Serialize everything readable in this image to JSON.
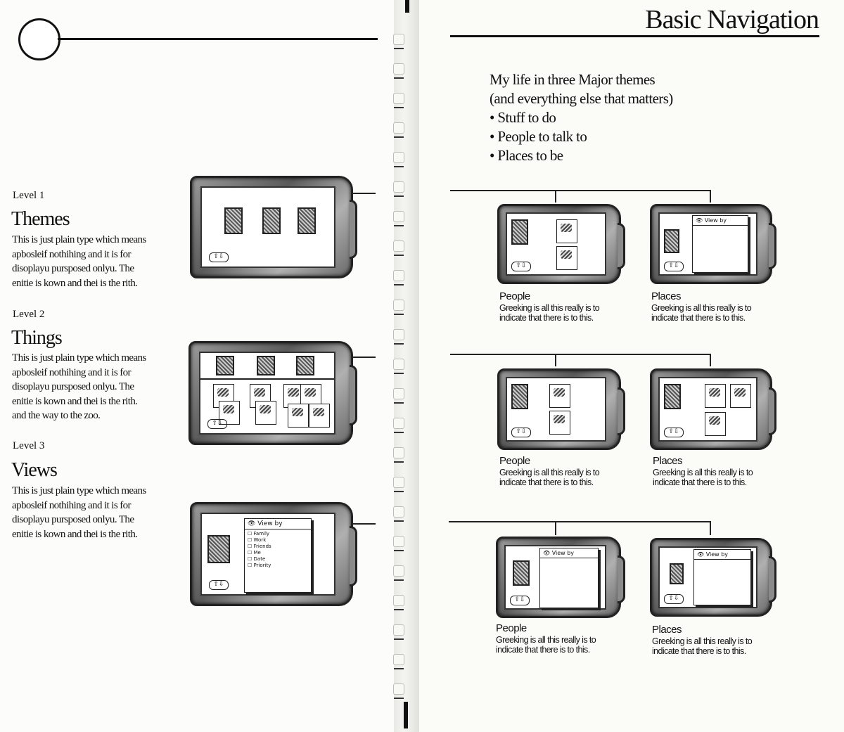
{
  "header": {
    "title": "Basic Navigation"
  },
  "left": {
    "sections": [
      {
        "level": "Level 1",
        "heading": "Themes",
        "lines": [
          "This is just plain type which means",
          "apbosleif nothihing and it is for",
          "disoplayu pursposed onlyu. The",
          "enitie is kown and thei is the rith."
        ]
      },
      {
        "level": "Level 2",
        "heading": "Things",
        "lines": [
          "This is just plain type which means",
          "apbosleif nothihing and it is for",
          "disoplayu pursposed onlyu. The",
          "enitie is kown and thei is the rith.",
          "and the way to the zoo."
        ]
      },
      {
        "level": "Level 3",
        "heading": "Views",
        "lines": [
          "This is just plain type which means",
          "apbosleif nothihing and it is for",
          "disoplayu pursposed onlyu. The",
          "enitie is kown and thei is the rith."
        ]
      }
    ]
  },
  "intro": {
    "line1": "My life in three Major themes",
    "line2": "(and everything else that matters)",
    "bullets": [
      "Stuff to do",
      "People to talk to",
      "Places to be"
    ]
  },
  "device": {
    "arrows": "⇧⇩",
    "view_by": "View by",
    "view_options": [
      "Family",
      "Work",
      "Friends",
      "Me",
      "Date",
      "Priority"
    ]
  },
  "captions": [
    {
      "title": "People",
      "body": [
        "Greeking is all this really is to",
        "indicate that there is to this."
      ]
    },
    {
      "title": "Places",
      "body": [
        "Greeking is all this really is to",
        "indicate that there is to this."
      ]
    },
    {
      "title": "People",
      "body": [
        "Greeking is all this really is to",
        "indicate that there is to this."
      ]
    },
    {
      "title": "Places",
      "body": [
        "Greeking is all this really is to",
        "indicate that there is to this."
      ]
    },
    {
      "title": "People",
      "body": [
        "Greeking is all this really is to",
        "indicate that there is to this."
      ]
    },
    {
      "title": "Places",
      "body": [
        "Greeking is all this really is to",
        "indicate that there is to this."
      ]
    }
  ]
}
